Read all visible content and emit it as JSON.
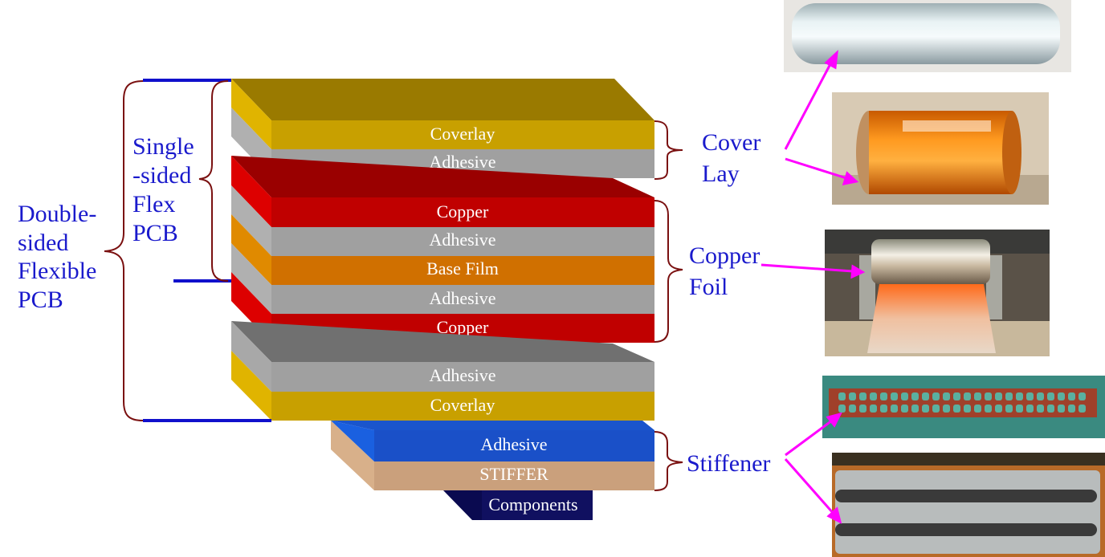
{
  "labels": {
    "double_sided": [
      "Double-",
      "sided",
      "Flexible",
      "PCB"
    ],
    "single_sided": [
      "Single",
      "-sided",
      "Flex",
      "PCB"
    ],
    "cover_lay": [
      "Cover",
      "Lay"
    ],
    "copper_foil": [
      "Copper",
      "Foil"
    ],
    "stiffener": "Stiffener"
  },
  "layers": {
    "top_coverlay": "Coverlay",
    "top_adhesive": "Adhesive",
    "copper_1": "Copper",
    "adhesive_1": "Adhesive",
    "base_film": "Base Film",
    "adhesive_2": "Adhesive",
    "copper_2": "Copper",
    "bottom_adhesive": "Adhesive",
    "bottom_coverlay": "Coverlay",
    "stiffener_adhesive": "Adhesive",
    "stiffer": "STIFFER",
    "components": "Components"
  },
  "colors": {
    "label_blue": "#1a1acc",
    "bracket": "#7a1010",
    "arrow": "#ff00ff",
    "coverlay": "#c8a000",
    "copper": "#c00000",
    "adhesive": "#a0a0a0",
    "base_film": "#d07000",
    "stiffener_adhesive": "#1a55cc",
    "stiffer": "#caa07c",
    "components": "#101060"
  }
}
